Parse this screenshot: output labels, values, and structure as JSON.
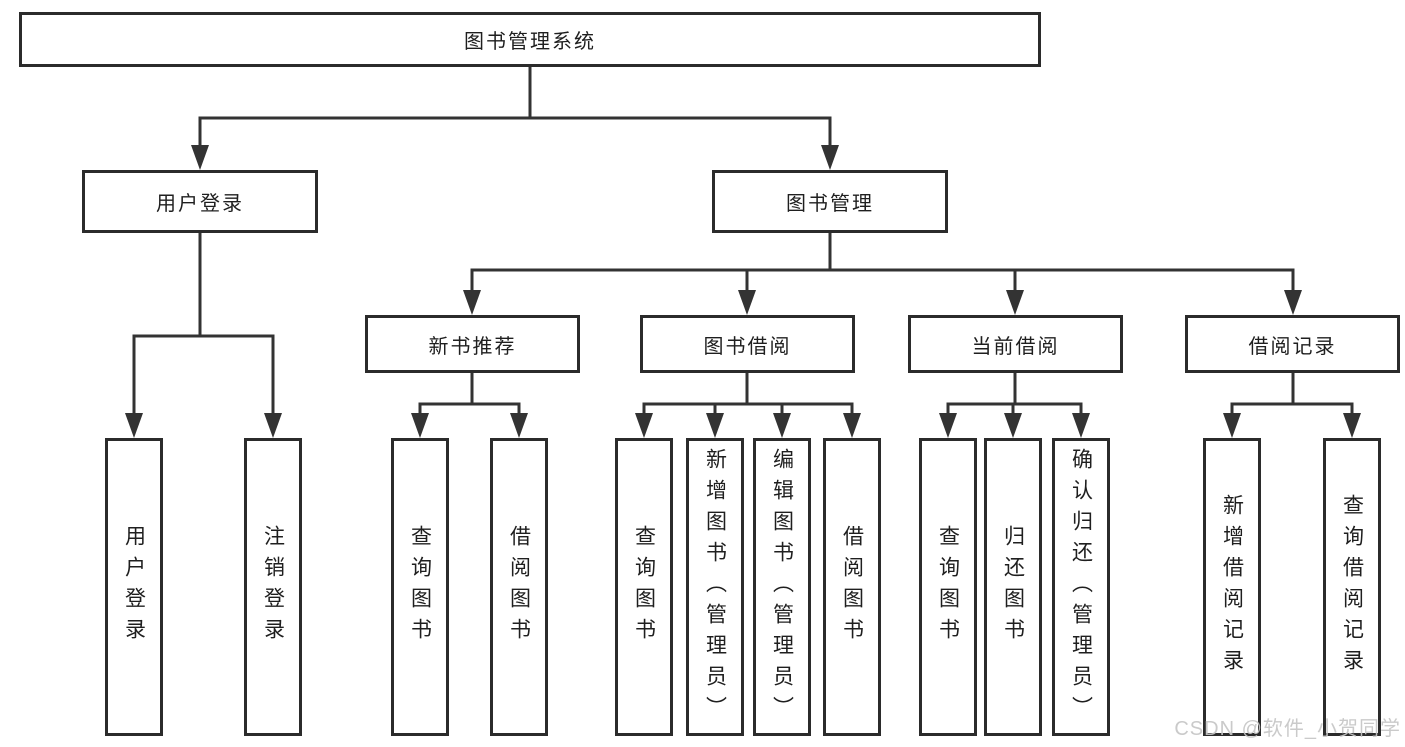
{
  "diagram": {
    "root": "图书管理系统",
    "level2": [
      {
        "label": "用户登录",
        "children": [
          {
            "label": "用户登录"
          },
          {
            "label": "注销登录"
          }
        ]
      },
      {
        "label": "图书管理",
        "children": [
          {
            "label": "新书推荐",
            "children": [
              {
                "label": "查询图书"
              },
              {
                "label": "借阅图书"
              }
            ]
          },
          {
            "label": "图书借阅",
            "children": [
              {
                "label": "查询图书"
              },
              {
                "label": "新增图书（管理员）"
              },
              {
                "label": "编辑图书（管理员）"
              },
              {
                "label": "借阅图书"
              }
            ]
          },
          {
            "label": "当前借阅",
            "children": [
              {
                "label": "查询图书"
              },
              {
                "label": "归还图书"
              },
              {
                "label": "确认归还（管理员）"
              }
            ]
          },
          {
            "label": "借阅记录",
            "children": [
              {
                "label": "新增借阅记录"
              },
              {
                "label": "查询借阅记录"
              }
            ]
          }
        ]
      }
    ]
  },
  "watermark": "CSDN @软件_小贺同学",
  "colors": {
    "line": "#333333",
    "box_border": "#2b2b2b",
    "text": "#1f1f1f",
    "background": "#ffffff",
    "watermark": "#c6c6c6"
  }
}
